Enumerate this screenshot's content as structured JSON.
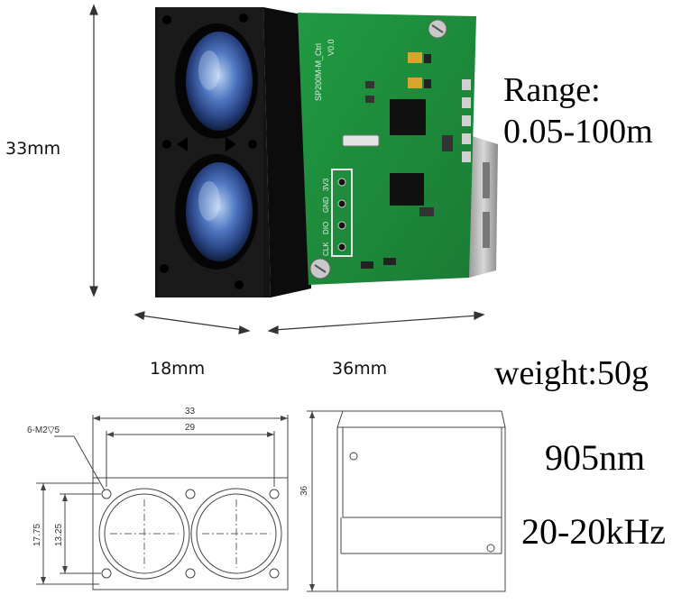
{
  "dimensions": {
    "height_label": "33mm",
    "width_label": "18mm",
    "depth_label": "36mm"
  },
  "specs": {
    "range_title": "Range:",
    "range_value": "0.05-100m",
    "weight": "weight:50g",
    "wavelength": "905nm",
    "frequency": "20-20kHz"
  },
  "pcb": {
    "model": "SP200M-M_Ctrl",
    "version": "V0.0",
    "pins": [
      "3V3",
      "GND",
      "DIO",
      "CLK"
    ]
  },
  "drawing": {
    "width_outer": "33",
    "width_inner": "29",
    "screw_callout": "6-M2▽5",
    "height_outer": "17.75",
    "height_inner": "13.25",
    "side_length": "36"
  },
  "colors": {
    "pcb_green": "#1f8a3a",
    "housing_black": "#141414",
    "lens_blue": "#3a5fae"
  }
}
